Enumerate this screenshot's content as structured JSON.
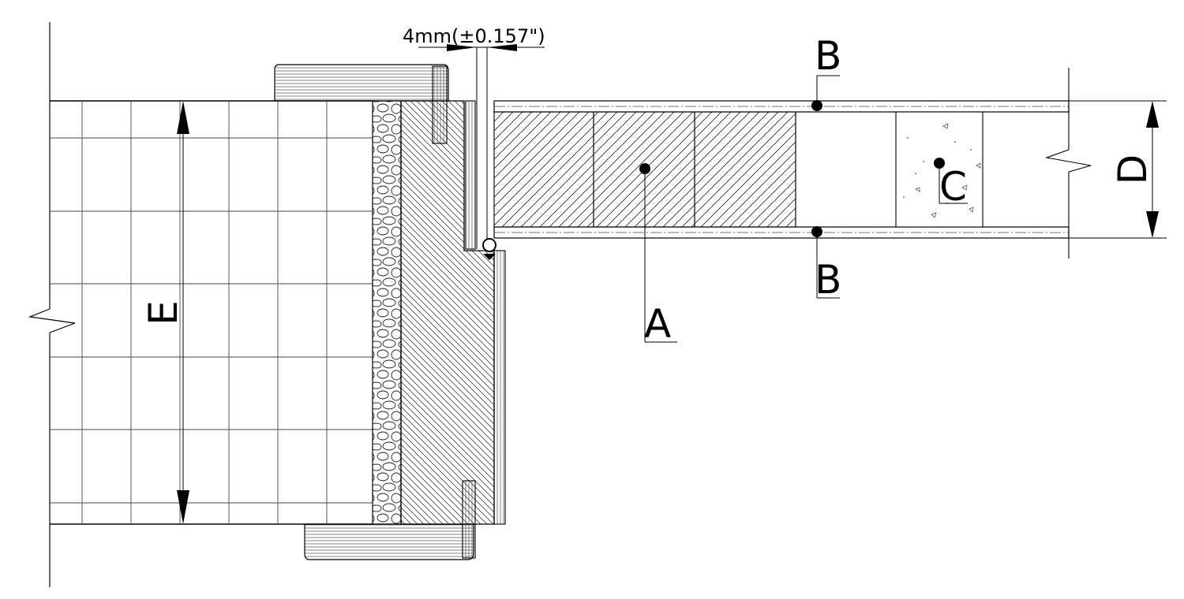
{
  "dimension_note": "4mm(±0.157\")",
  "labels": {
    "a": "A",
    "b_top": "B",
    "b_bottom": "B",
    "c": "C",
    "d": "D",
    "e": "E"
  }
}
